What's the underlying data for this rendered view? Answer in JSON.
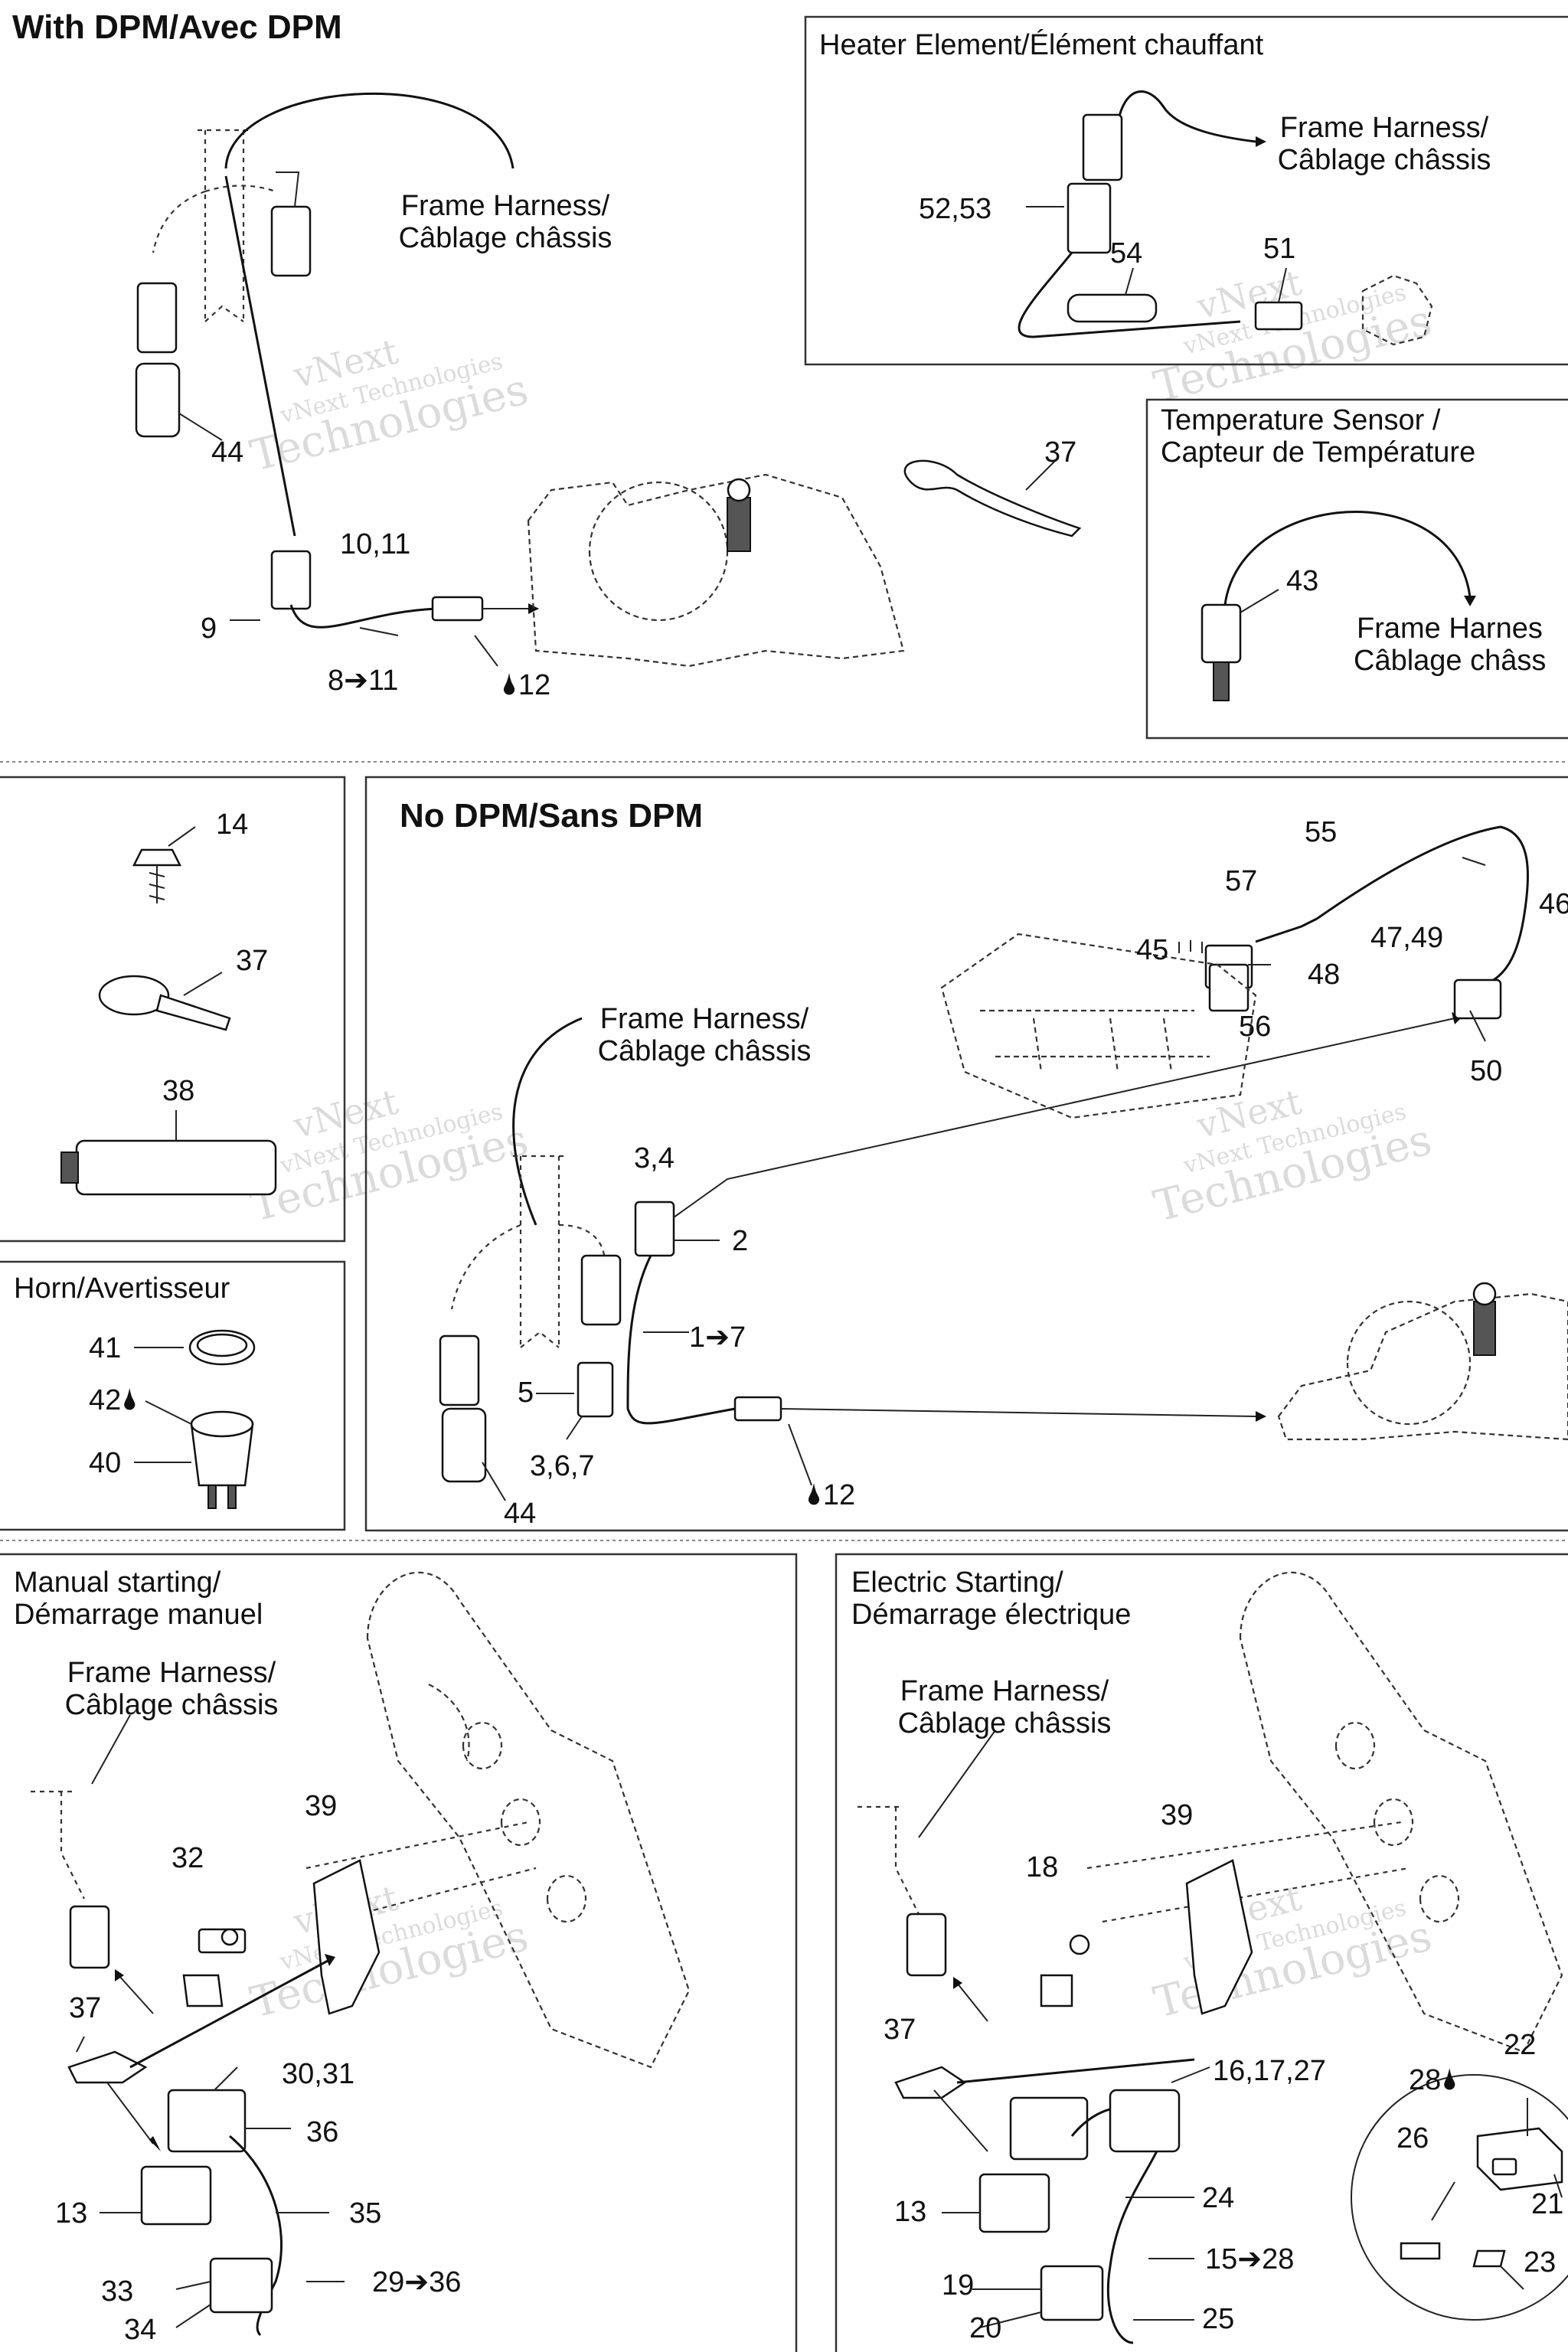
{
  "sections": {
    "with_dpm": "With DPM/Avec DPM",
    "no_dpm": "No DPM/Sans DPM",
    "heater": "Heater Element/Élément chauffant",
    "temp_sensor_1": "Temperature Sensor /",
    "temp_sensor_2": "Capteur de Température",
    "horn": "Horn/Avertisseur",
    "manual_1": "Manual starting/",
    "manual_2": "Démarrage manuel",
    "electric_1": "Electric Starting/",
    "electric_2": "Démarrage électrique"
  },
  "harness_label": {
    "line1": "Frame Harness/",
    "line2": "Câblage châssis",
    "cut_line1": "Frame Harnes",
    "cut_line2": "Câblage châss"
  },
  "watermark": {
    "line1": "vNext",
    "line2": "vNext Technologies",
    "line3": "Technologies"
  },
  "oil_icon": "oil-drop",
  "arrow_icon": "right-arrow",
  "callouts": {
    "p44a": "44",
    "p10_11": "10,11",
    "p9": "9",
    "p8_11a": "8",
    "p8_11b": "11",
    "p12a": "12",
    "p52_53": "52,53",
    "p54": "54",
    "p51": "51",
    "p37a": "37",
    "p43": "43",
    "p14": "14",
    "p37b": "37",
    "p38": "38",
    "p55": "55",
    "p46": "46",
    "p57": "57",
    "p45": "45",
    "p48": "48",
    "p47_49": "47,49",
    "p56": "56",
    "p50": "50",
    "p3_4": "3,4",
    "p2": "2",
    "p1_7a": "1",
    "p1_7b": "7",
    "p5": "5",
    "p3_6_7": "3,6,7",
    "p44b": "44",
    "p12b": "12",
    "p41": "41",
    "p42": "42",
    "p40": "40",
    "p39a": "39",
    "p32": "32",
    "p37c": "37",
    "p30_31": "30,31",
    "p36": "36",
    "p13a": "13",
    "p35": "35",
    "p33": "33",
    "p34": "34",
    "p29_36a": "29",
    "p29_36b": "36",
    "p39b": "39",
    "p18": "18",
    "p37d": "37",
    "p16_17_27": "16,17,27",
    "p22": "22",
    "p28": "28",
    "p26": "26",
    "p21": "21",
    "p13b": "13",
    "p24": "24",
    "p23": "23",
    "p15_28a": "15",
    "p15_28b": "28",
    "p19": "19",
    "p20": "20",
    "p25": "25"
  }
}
